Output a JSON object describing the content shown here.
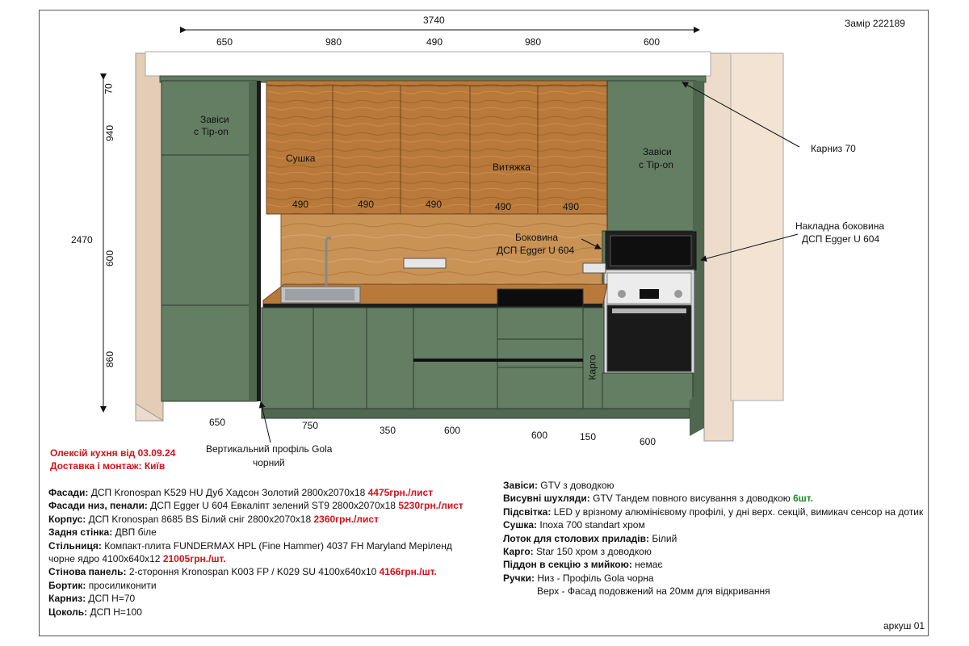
{
  "sheet": {
    "measure_label": "Замір 222189",
    "sheet_number": "аркуш 01"
  },
  "dimensions": {
    "top_total": "3740",
    "top_parts": [
      "650",
      "980",
      "490",
      "980",
      "600"
    ],
    "height_total": "2470",
    "height_parts": [
      "70",
      "940",
      "600",
      "860"
    ],
    "bottom_parts": [
      "650",
      "750",
      "350",
      "600",
      "600",
      "150",
      "600"
    ],
    "upper_widths": [
      "490",
      "490",
      "490",
      "490",
      "490"
    ]
  },
  "labels": {
    "hinges_left": [
      "Завіси",
      "с Tip-on"
    ],
    "hinges_right": [
      "Завіси",
      "с Tip-on"
    ],
    "dryer": "Сушка",
    "hood": "Витяжка",
    "cornice": "Карниз 70",
    "side_panel": [
      "Боковина",
      "ДСП Egger U 604"
    ],
    "overlay_side": [
      "Накладна боковина",
      "ДСП Egger U 604"
    ],
    "cargo": "Карго",
    "gola_profile": [
      "Вертикальний профіль Gola",
      "чорний"
    ]
  },
  "order": {
    "line1": "Олексій кухня від 03.09.24",
    "line2": "Доставка і монтаж: Київ"
  },
  "specs_left": [
    {
      "k": "Фасади:",
      "v": " ДСП Kronospan K529 HU Дуб Хадсон Золотий 2800х2070х18 ",
      "price": "4475грн./лист"
    },
    {
      "k": "Фасади низ, пенали:",
      "v": " ДСП Egger U 604 Евкаліпт зелений ST9 2800х2070х18 ",
      "price": "5230грн./лист"
    },
    {
      "k": "Корпус:",
      "v": " ДСП Kronospan 8685 BS Білий сніг 2800х2070х18 ",
      "price": "2360грн./лист"
    },
    {
      "k": "Задня стінка:",
      "v": " ДВП біле",
      "price": ""
    },
    {
      "k": "Стільниця:",
      "v": " Компакт-плита FUNDERMAX HPL (Fine Hammer) 4037 FH Maryland Меріленд",
      "price": ""
    },
    {
      "k": "",
      "v": "чорне ядро 4100х640х12 ",
      "price": "21005грн./шт."
    },
    {
      "k": "Стінова панель:",
      "v": "  2-стороння Kronospan K003 FP / K029 SU 4100х640х10 ",
      "price": "4166грн./шт."
    },
    {
      "k": "Бортик:",
      "v": " просиликонити",
      "price": ""
    },
    {
      "k": "Карниз:",
      "v": " ДСП Н=70",
      "price": ""
    },
    {
      "k": "Цоколь:",
      "v": " ДСП Н=100",
      "price": ""
    }
  ],
  "specs_right": [
    {
      "k": "Завіси:",
      "v": " GTV з доводкою",
      "extra": ""
    },
    {
      "k": "Висувні шухляди:",
      "v": " GTV Тандем повного висування з доводкою ",
      "extra": "6шт."
    },
    {
      "k": "Підсвітка:",
      "v": " LED у врізному алюмінієвому профілі, у дні верх. секцій, вимикач сенсор на дотик",
      "extra": ""
    },
    {
      "k": "Сушка:",
      "v": " Inoxa 700 standart хром",
      "extra": ""
    },
    {
      "k": "Лоток для столових приладів:",
      "v": " Білий",
      "extra": ""
    },
    {
      "k": "Карго:",
      "v": " Star 150 хром з доводкою",
      "extra": ""
    },
    {
      "k": "Піддон в секцію з мийкою:",
      "v": " немає",
      "extra": ""
    },
    {
      "k": "Ручки:",
      "v": " Низ - Профіль Gola чорна",
      "extra": ""
    },
    {
      "k": "",
      "v": "Верх - Фасад подовжений на 20мм для відкривання",
      "extra": ""
    }
  ],
  "colors": {
    "facade_green": "#5f7a5f",
    "wood": "#b8793a",
    "price_red": "#d1121b",
    "count_green": "#1f8a22"
  }
}
